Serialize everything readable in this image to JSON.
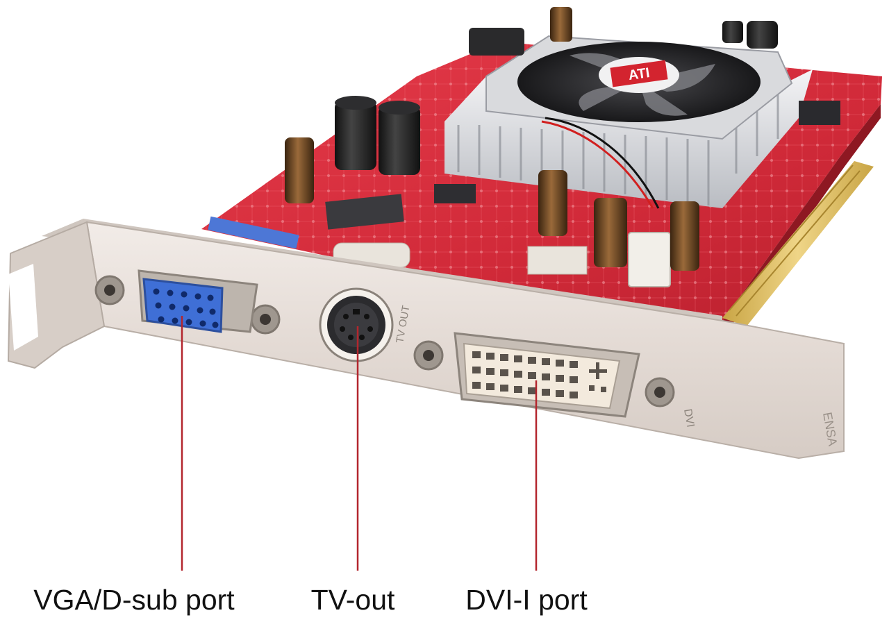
{
  "callouts": {
    "vga_label": "VGA/D-sub port",
    "tvout_label": "TV-out",
    "dvi_label": "DVI-I port",
    "line_color": "#b3262e"
  },
  "card_markings": {
    "logo_text": "ATI",
    "dvi_mark": "DVI",
    "tvout_mark": "TV OUT",
    "edge_mark": "ENSA"
  },
  "colors": {
    "pcb": "#d52c3b",
    "pcb_dark": "#a5202c",
    "bracket": "#e4dcd6",
    "vga_connector": "#3f6fd6",
    "gold_fingers": "#e3c46c"
  }
}
